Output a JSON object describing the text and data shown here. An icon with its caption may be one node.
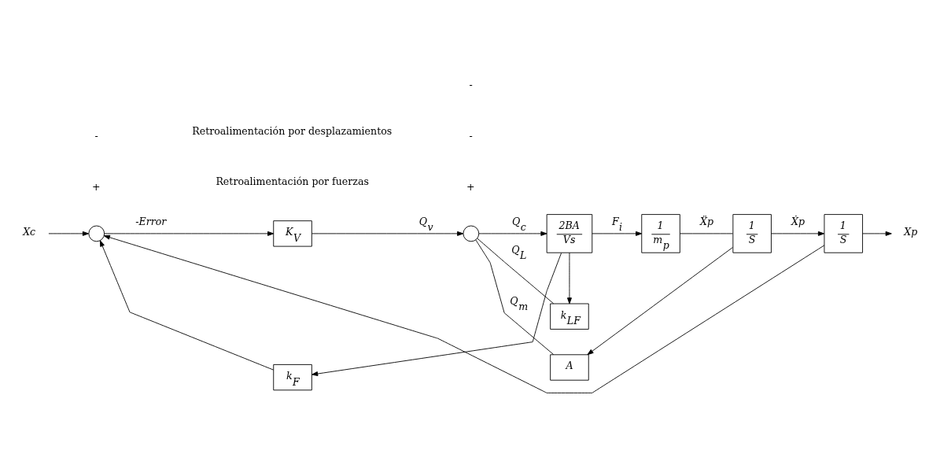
{
  "diagram": {
    "nodes": [
      {
        "text": [
          "Xc"
        ]
      },
      {
        "text": [],
        "shape": "circle"
      },
      {
        "text": [
          "K$_{V}$"
        ]
      },
      {
        "text": [],
        "shape": "circle"
      },
      {
        "text": [
          "2BA",
          "Vs"
        ]
      },
      {
        "text": [
          "1",
          "m$_{p}$"
        ]
      },
      {
        "text": [
          "1",
          "S"
        ]
      },
      {
        "text": [
          "1",
          "S"
        ]
      },
      {
        "text": [
          "Xp"
        ]
      },
      {
        "text": [
          "k$_{F}$"
        ]
      },
      {
        "text": [
          "k$_{LF}$"
        ]
      },
      {
        "text": [
          "A"
        ]
      }
    ],
    "edges": [
      {
        "from": 0,
        "to": 1,
        "arrow": "to"
      },
      {
        "from": 1,
        "to": 2,
        "arrow": "to",
        "label": "-Error"
      },
      {
        "from": 2,
        "to": 3,
        "arrow": "to",
        "label": "Q$_{v}$"
      },
      {
        "from": 3,
        "to": 4,
        "arrow": "to",
        "label": "Q$_{c}$"
      },
      {
        "from": 4,
        "to": 5,
        "arrow": "to",
        "label": "F$_{i}$"
      },
      {
        "from": 5,
        "to": 6,
        "arrow": "none",
        "label": "Ẍp"
      },
      {
        "from": 6,
        "to": 7,
        "arrow": "to",
        "label": "Ẋp"
      },
      {
        "from": 7,
        "to": 8,
        "arrow": "to"
      },
      {
        "from": 4,
        "to": 9,
        "arrow": "to"
      },
      {
        "from": 9,
        "to": 1,
        "arrow": "to"
      },
      {
        "from": 4,
        "to": 10,
        "arrow": "to"
      },
      {
        "from": 10,
        "to": 3,
        "arrow": "none",
        "label": "Q$_{L}$"
      },
      {
        "from": 6,
        "to": 11,
        "arrow": "to"
      },
      {
        "from": 11,
        "to": 3,
        "arrow": "none",
        "label": "Q$_{m}$"
      },
      {
        "from": 7,
        "to": 1,
        "arrow": "to"
      }
    ],
    "labels": [
      "Retroalimentación por fuerzas",
      "+",
      "-",
      "+",
      "-",
      "-",
      "Retroalimentación por desplazamientos"
    ]
  }
}
